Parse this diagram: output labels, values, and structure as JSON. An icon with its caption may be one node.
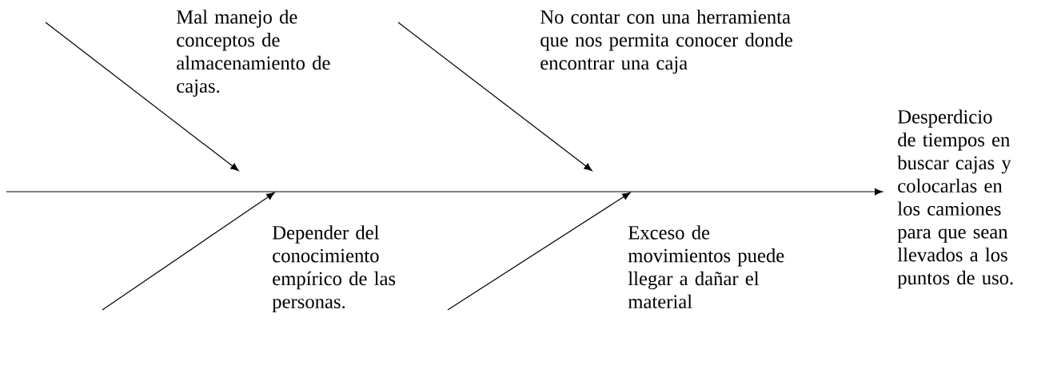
{
  "diagram": {
    "nodes": [
      {
        "text": [
          "Mal manejo de conceptos de almacenamiento de cajas."
        ]
      },
      {
        "text": [
          "No contar con una herramienta que nos permita conocer donde encontrar una caja"
        ]
      },
      {
        "text": [
          "Depender del conocimiento empírico de las personas."
        ]
      },
      {
        "text": [
          "Exceso de movimientos puede llegar a dañar el material"
        ]
      },
      {
        "text": [
          "Desperdicio de tiempos en buscar cajas y colocarlas en los camiones para que sean llevados a los puntos de uso."
        ]
      }
    ],
    "edges": [
      {
        "from": null,
        "to": 4,
        "arrow": "to"
      }
    ]
  }
}
